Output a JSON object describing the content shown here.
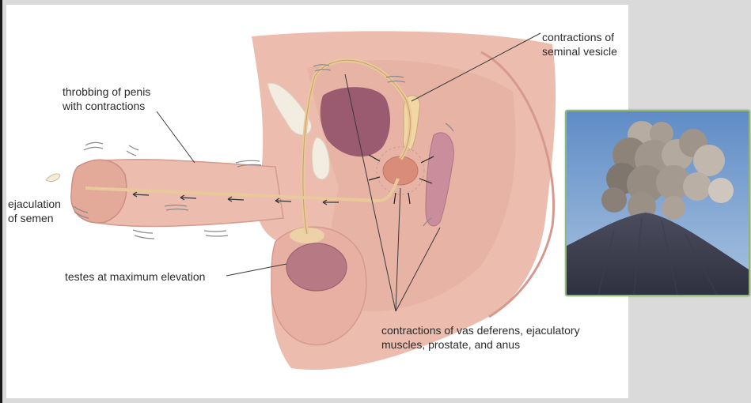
{
  "diagram": {
    "labels": {
      "seminal_vesicle": "contractions of\nseminal vesicle",
      "throbbing": "throbbing of penis\nwith contractions",
      "ejaculation": "ejaculation\nof semen",
      "testes": "testes at maximum elevation",
      "vas_deferens": "contractions of vas deferens, ejaculatory\nmuscles, prostate, and anus"
    }
  },
  "colors": {
    "skin": "#ecbcae",
    "skin_dark": "#d59a8d",
    "bladder": "#9a5a6f",
    "duct": "#e9c99a",
    "volcano_sky": "#6d95c6",
    "photo_border": "#8fb874"
  }
}
